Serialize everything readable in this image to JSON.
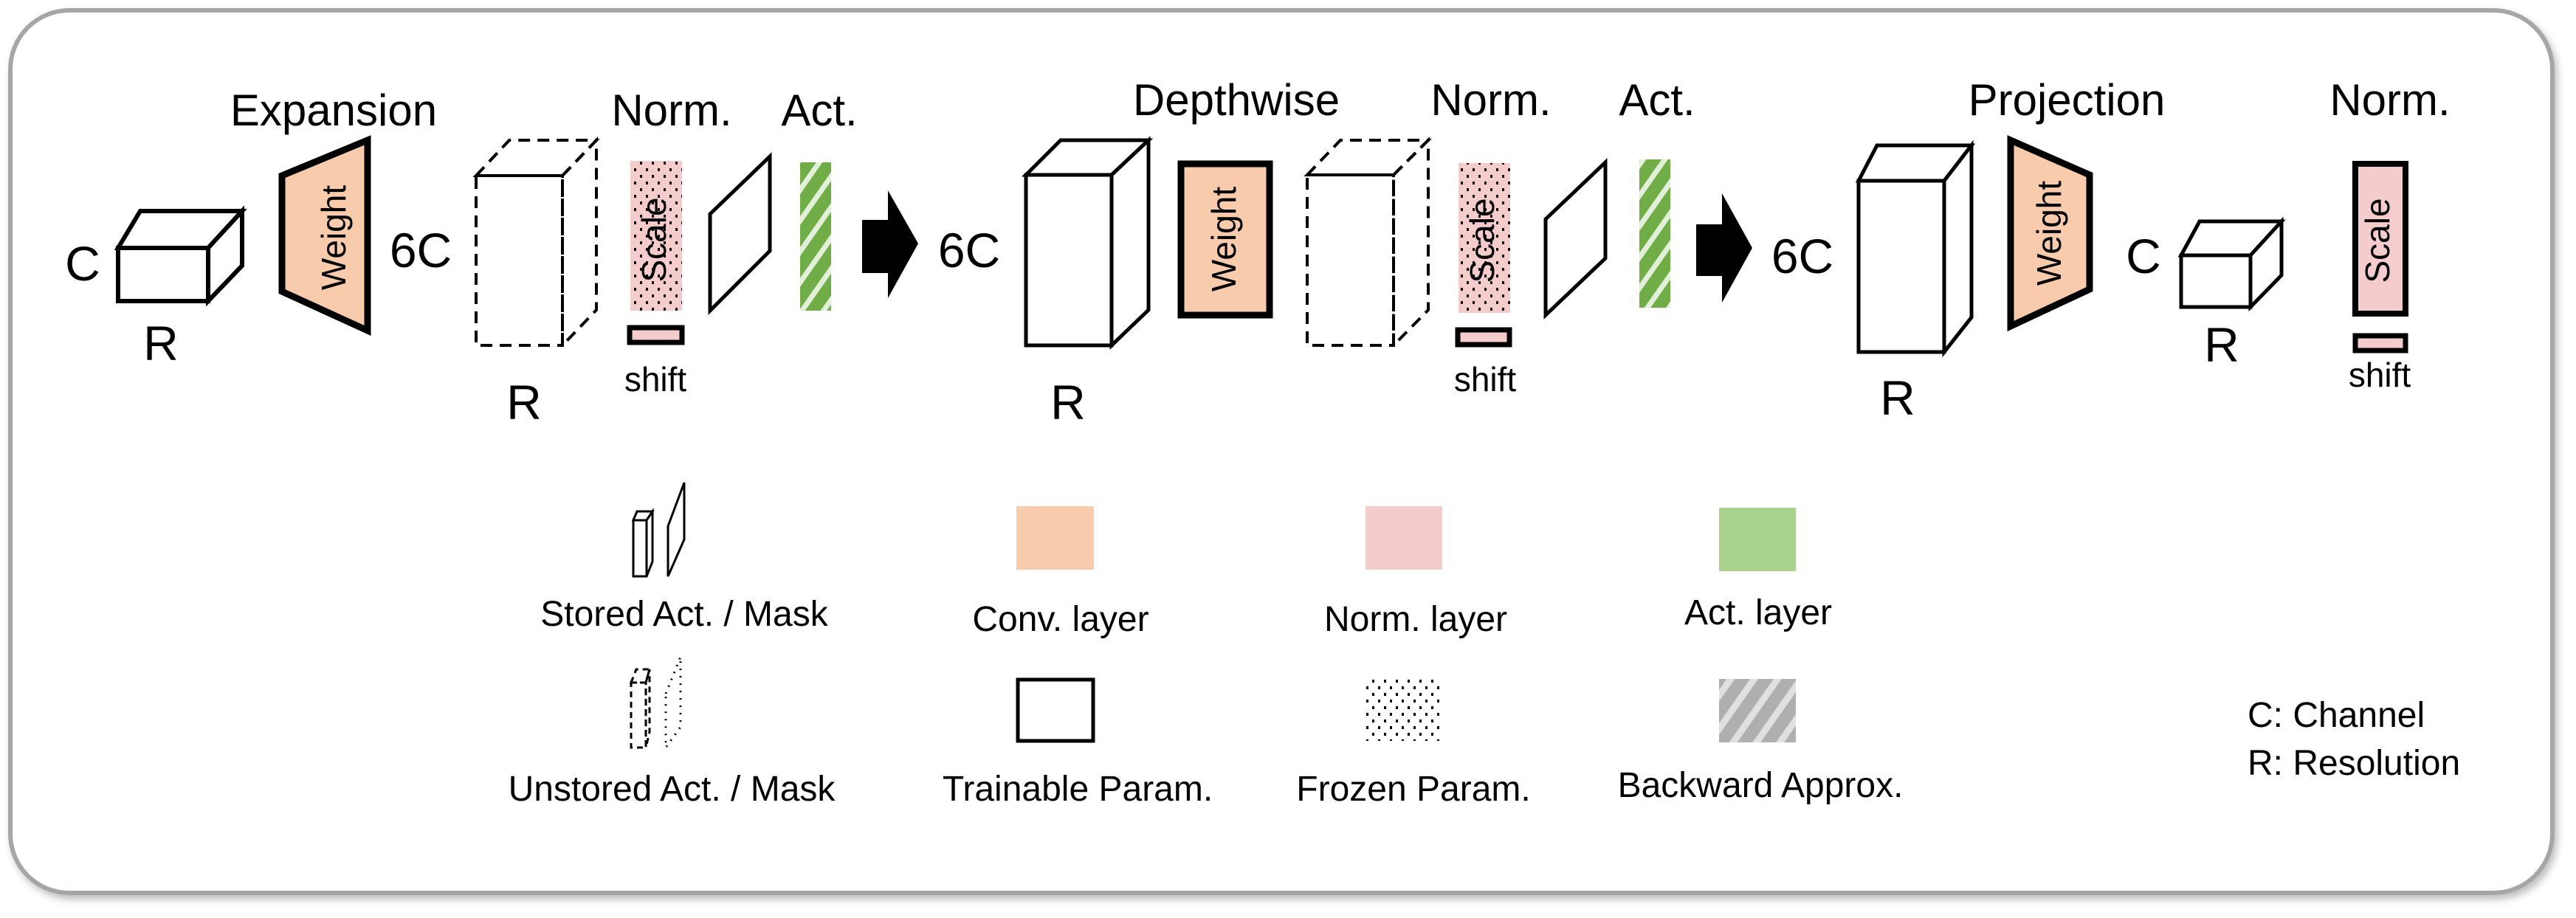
{
  "stages": {
    "expansion": {
      "title": "Expansion",
      "weight_label": "Weight",
      "input_channel": "C",
      "input_resolution": "R",
      "output_channel": "6C",
      "output_resolution": "R",
      "norm_title": "Norm.",
      "norm_scale": "Scale",
      "norm_shift": "shift",
      "act_title": "Act."
    },
    "depthwise": {
      "title": "Depthwise",
      "weight_label": "Weight",
      "input_channel": "6C",
      "input_resolution": "R",
      "norm_title": "Norm.",
      "norm_scale": "Scale",
      "norm_shift": "shift",
      "act_title": "Act."
    },
    "projection": {
      "title": "Projection",
      "weight_label": "Weight",
      "input_channel": "6C",
      "input_resolution": "R",
      "output_channel": "C",
      "output_resolution": "R",
      "norm_title": "Norm.",
      "norm_scale": "Scale",
      "norm_shift": "shift"
    }
  },
  "legend": {
    "stored": "Stored Act. / Mask",
    "unstored": "Unstored Act. / Mask",
    "conv": "Conv. layer",
    "trainable": "Trainable Param.",
    "norm": "Norm. layer",
    "frozen": "Frozen Param.",
    "act": "Act. layer",
    "backward": "Backward Approx.",
    "notation_c": "C: Channel",
    "notation_r": "R: Resolution"
  },
  "colors": {
    "conv": "#F7CBAC",
    "norm": "#F4CCCC",
    "act": "#A9D18E",
    "act_stripe": "#70AD47",
    "act_stripe_light": "#E2F0D9",
    "backward": "#AFAFAF",
    "backward_light": "#E0E0E0",
    "border": "#A6A6A6"
  }
}
